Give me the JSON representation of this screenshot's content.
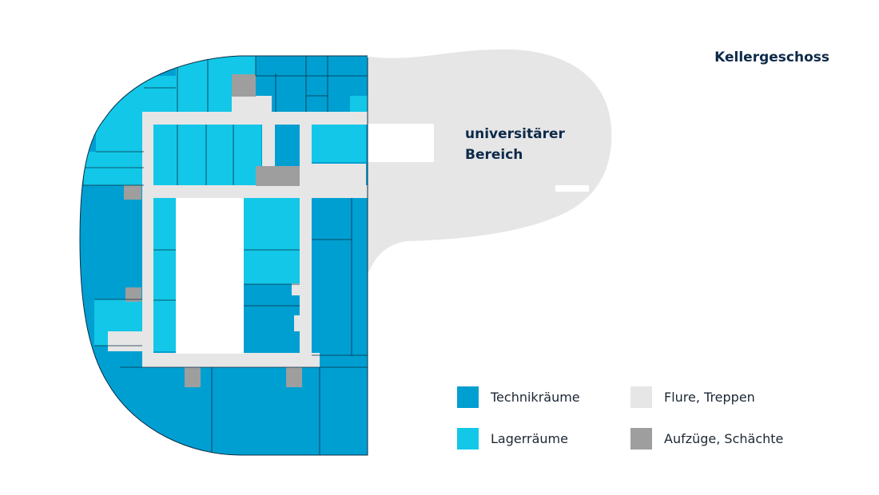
{
  "floor_title": "Kellergeschoss",
  "area_label": {
    "line1": "universitärer",
    "line2": "Bereich"
  },
  "legend": [
    {
      "label": "Technikräume",
      "color": "#009fd1"
    },
    {
      "label": "Flure, Treppen",
      "color": "#e6e6e6"
    },
    {
      "label": "Lagerräume",
      "color": "#12c7e8"
    },
    {
      "label": "Aufzüge, Schächte",
      "color": "#9e9e9e"
    }
  ],
  "colors": {
    "technik": "#009fd1",
    "lager": "#12c7e8",
    "flur": "#e6e6e6",
    "schacht": "#9e9e9e",
    "wall": "#0b2e45",
    "text": "#0d2a4a"
  }
}
